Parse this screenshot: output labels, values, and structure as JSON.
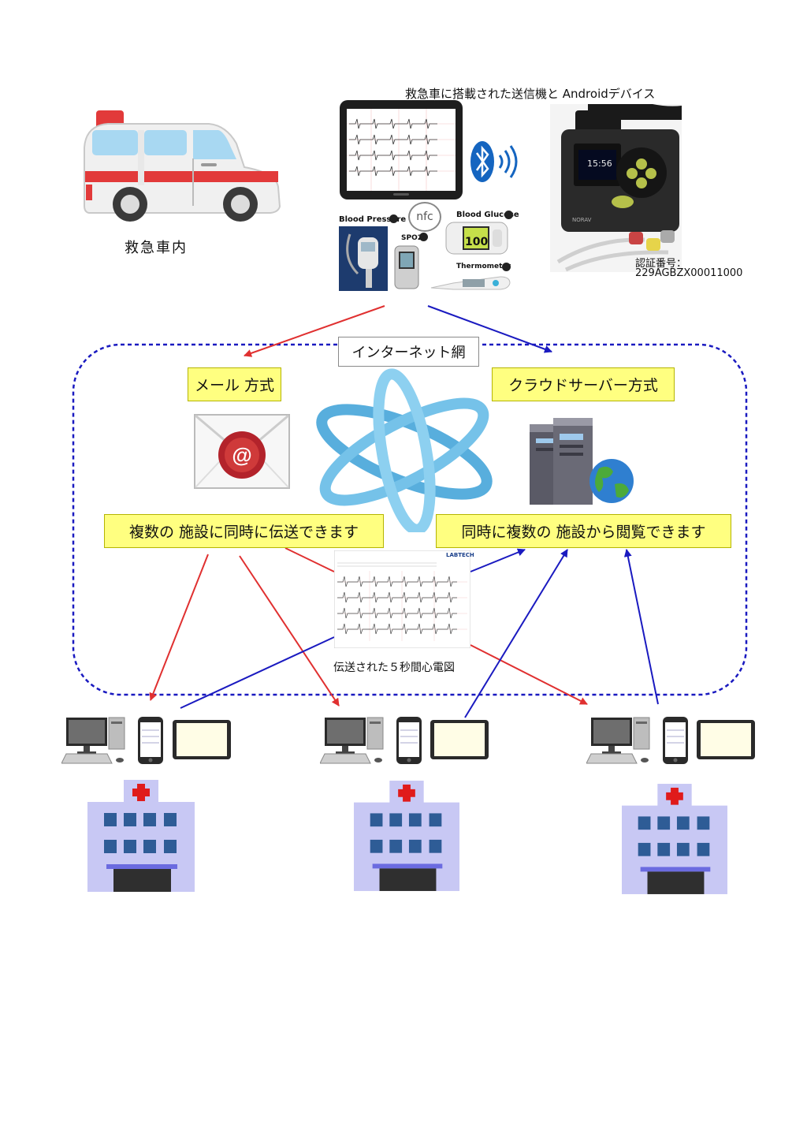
{
  "ambulance": {
    "label": "救急車内"
  },
  "devices": {
    "caption": "救急車に搭載された送信機と Androidデバイス",
    "sensor_blood_pressure": "Blood Pressure",
    "sensor_spo2": "SPO2",
    "sensor_blood_glucose": "Blood Glucose",
    "sensor_thermometer": "Thermometer",
    "nfc_label": "nfc",
    "glucose_value": "100",
    "recorder_time": "15:56",
    "recorder_brand": "NORAV",
    "cert_label": "認証番号：",
    "cert_number": "229AGBZX00011000"
  },
  "network": {
    "title": "インターネット網",
    "mail_method": "メール 方式",
    "cloud_method": "クラウドサーバー方式",
    "mail_desc": "複数の 施設に同時に伝送できます",
    "cloud_desc": "同時に複数の 施設から閲覧できます",
    "ecg_caption": "伝送された５秒間心電図",
    "ecg_brand": "LABTECH"
  },
  "colors": {
    "mail_arrow": "#e03030",
    "cloud_arrow": "#1a1ac0",
    "network_border": "#1a1ac0",
    "label_fill": "#ffff80",
    "hospital_fill": "#c8c8f4",
    "window_fill": "#2e5c96"
  },
  "hospitals": [
    {
      "icon": "hospital-icon"
    },
    {
      "icon": "hospital-icon"
    },
    {
      "icon": "hospital-icon"
    }
  ]
}
